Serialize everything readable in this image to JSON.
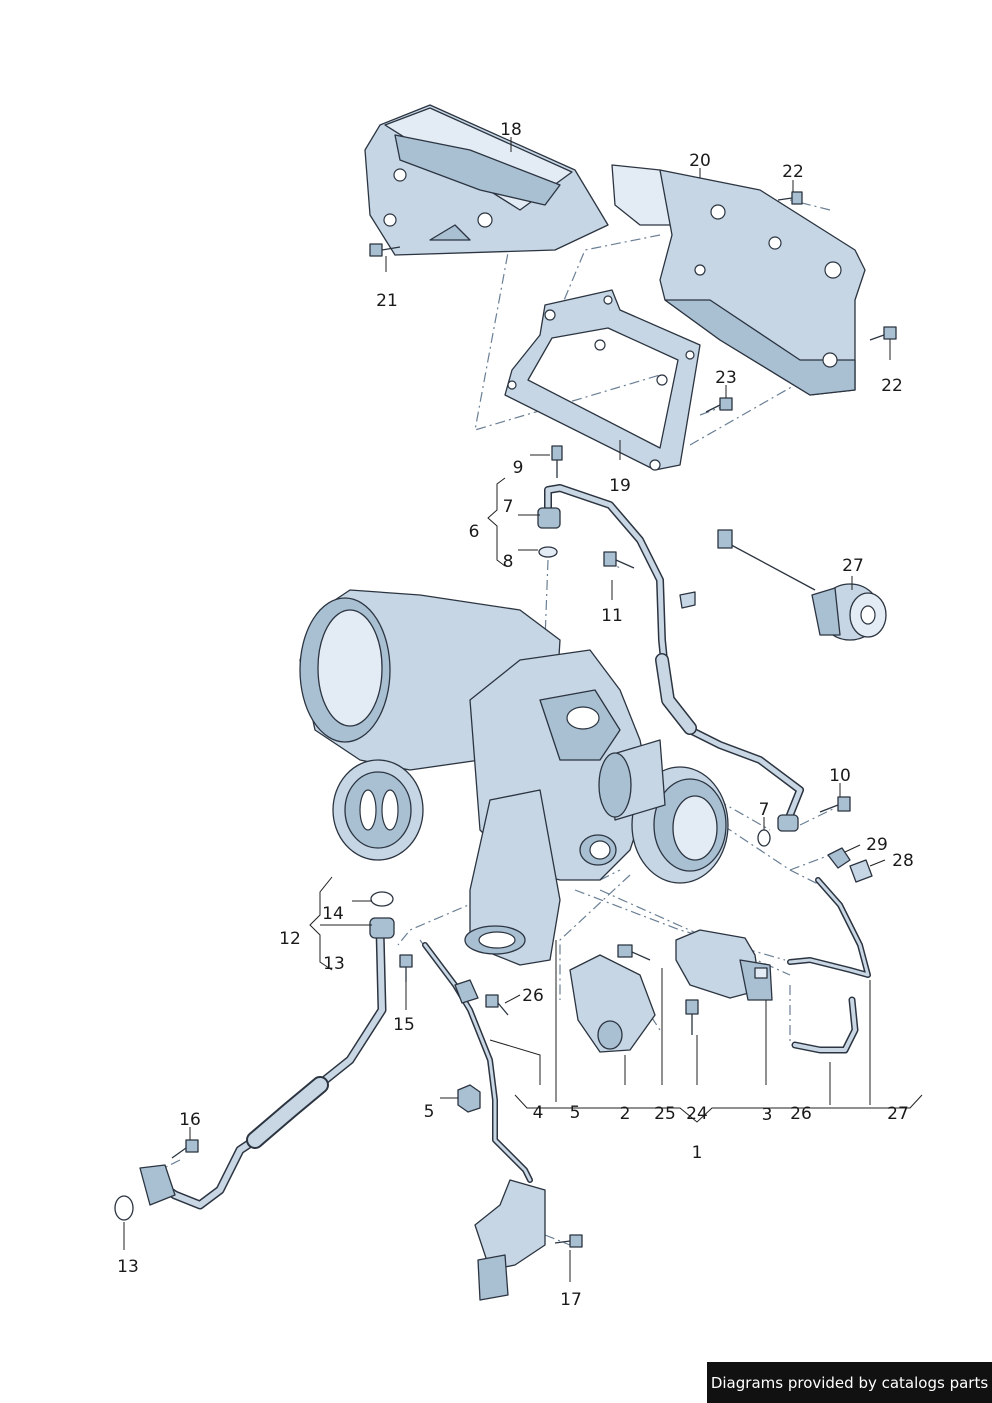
{
  "credit": "Diagrams provided by catalogs parts",
  "labels": {
    "l18": "18",
    "l20": "20",
    "l22a": "22",
    "l21": "21",
    "l22b": "22",
    "l23": "23",
    "l19": "19",
    "l9": "9",
    "l7a": "7",
    "l6": "6",
    "l8": "8",
    "l11": "11",
    "l27a": "27",
    "l10": "10",
    "l7b": "7",
    "l29": "29",
    "l28": "28",
    "l14": "14",
    "l12": "12",
    "l13a": "13",
    "l15": "15",
    "l26a": "26",
    "l16": "16",
    "l5a": "5",
    "l4": "4",
    "l5b": "5",
    "l2": "2",
    "l25": "25",
    "l24": "24",
    "l3": "3",
    "l26b": "26",
    "l27b": "27",
    "l1": "1",
    "l13b": "13",
    "l17": "17"
  }
}
